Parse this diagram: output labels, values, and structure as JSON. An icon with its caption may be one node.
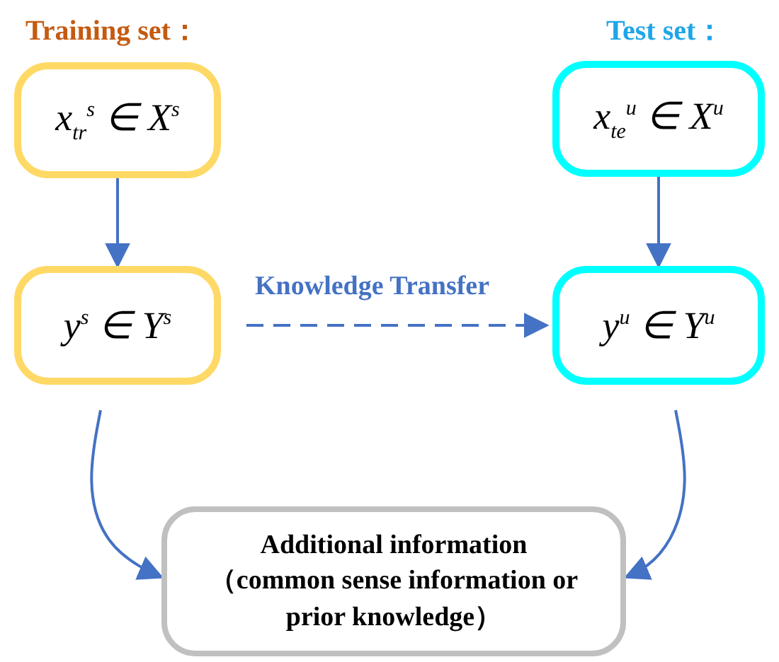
{
  "diagram": {
    "nodes": [
      {
        "text": [
          "x$_{tr}$$^{s}$ ∈ X$^{s}$"
        ]
      },
      {
        "text": [
          "x$_{te}$$^{u}$ ∈ X$^{u}$"
        ]
      },
      {
        "text": [
          "y$^{s}$ ∈ Y$^{s}$"
        ]
      },
      {
        "text": [
          "y$^{u}$ ∈ Y$^{u}$"
        ]
      },
      {
        "text": [
          "Additional information",
          "（common sense information or prior knowledge）"
        ]
      }
    ],
    "edges": [
      {
        "from": 0,
        "to": 2,
        "arrow": "to"
      },
      {
        "from": 1,
        "to": 3,
        "arrow": "to"
      },
      {
        "from": 2,
        "to": 3,
        "arrow": "to",
        "label": "Knowledge Transfer",
        "style": "dashed"
      },
      {
        "from": 2,
        "to": 4,
        "arrow": "to"
      },
      {
        "from": 3,
        "to": 4,
        "arrow": "to"
      }
    ],
    "labels": [
      "Training set：",
      "Test set："
    ]
  }
}
